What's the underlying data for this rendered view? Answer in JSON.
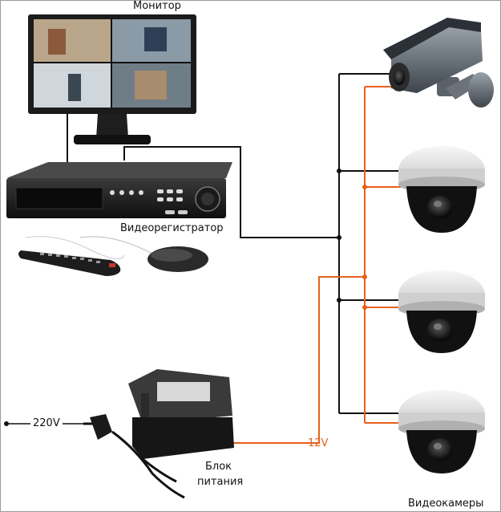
{
  "labels": {
    "monitor": "Монитор",
    "dvr": "Видеорегистратор",
    "power_supply_line1": "Блок",
    "power_supply_line2": "питания",
    "mains_voltage": "220V",
    "dc_voltage": "12V",
    "cameras": "Видеокамеры"
  },
  "colors": {
    "signal_wire": "#111111",
    "power_wire": "#e8601c",
    "device_dark": "#1c1c1c",
    "camera_white": "#e9e9e9"
  },
  "icons": [
    "monitor-icon",
    "dvr-icon",
    "remote-control-icon",
    "mouse-icon",
    "power-supply-icon",
    "power-plug-icon",
    "bullet-camera-icon",
    "dome-camera-icon"
  ]
}
